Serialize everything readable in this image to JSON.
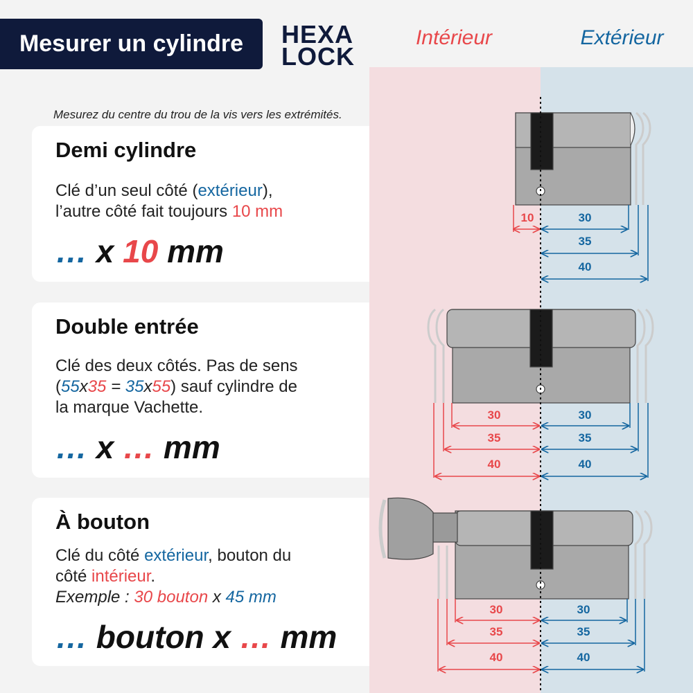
{
  "header": {
    "title": "Mesurer un cylindre",
    "logo_line1": "HEXA",
    "logo_line2": "LOCK",
    "interior": "Intérieur",
    "exterior": "Extérieur"
  },
  "note": "Mesurez du centre du trou de la vis vers les extrémités.",
  "cards": {
    "demi": {
      "title": "Demi cylindre",
      "line1_a": "Clé d’un seul côté (",
      "line1_b": "extérieur",
      "line1_c": "),",
      "line2_a": "l’autre côté fait toujours ",
      "line2_b": "10 mm",
      "big_a": "…",
      "big_b": " x ",
      "big_c": "10",
      "big_d": " mm"
    },
    "double": {
      "title": "Double entrée",
      "line1": "Clé des deux côtés. Pas de sens",
      "line2_a": "(",
      "line2_b": "55",
      "line2_c": "x",
      "line2_d": "35",
      "line2_e": " = ",
      "line2_f": "35",
      "line2_g": "x",
      "line2_h": "55",
      "line2_i": ") sauf cylindre de",
      "line3": "la marque Vachette.",
      "big_a": "…",
      "big_b": " x ",
      "big_c": "…",
      "big_d": " mm"
    },
    "bouton": {
      "title": "À bouton",
      "line1_a": "Clé du côté ",
      "line1_b": "extérieur",
      "line1_c": ", bouton du",
      "line2_a": "côté ",
      "line2_b": "intérieur",
      "line2_c": ".",
      "line3_a": "Exemple : ",
      "line3_b": "30 bouton",
      "line3_c": " x ",
      "line3_d": "45 mm",
      "big_a": "…",
      "big_b": " bouton x ",
      "big_c": "…",
      "big_d": " mm"
    }
  },
  "dims": {
    "demi": {
      "int": [
        "10"
      ],
      "ext": [
        "30",
        "35",
        "40"
      ]
    },
    "double": {
      "int": [
        "30",
        "35",
        "40"
      ],
      "ext": [
        "30",
        "35",
        "40"
      ]
    },
    "bouton": {
      "int": [
        "30",
        "35",
        "40"
      ],
      "ext": [
        "30",
        "35",
        "40"
      ]
    }
  },
  "colors": {
    "navy": "#0f1a3b",
    "red": "#e8474a",
    "blue": "#1466a0",
    "interior_bg": "#f4dde0",
    "exterior_bg": "#d5e2ea",
    "metal": "#a7a7a7"
  }
}
